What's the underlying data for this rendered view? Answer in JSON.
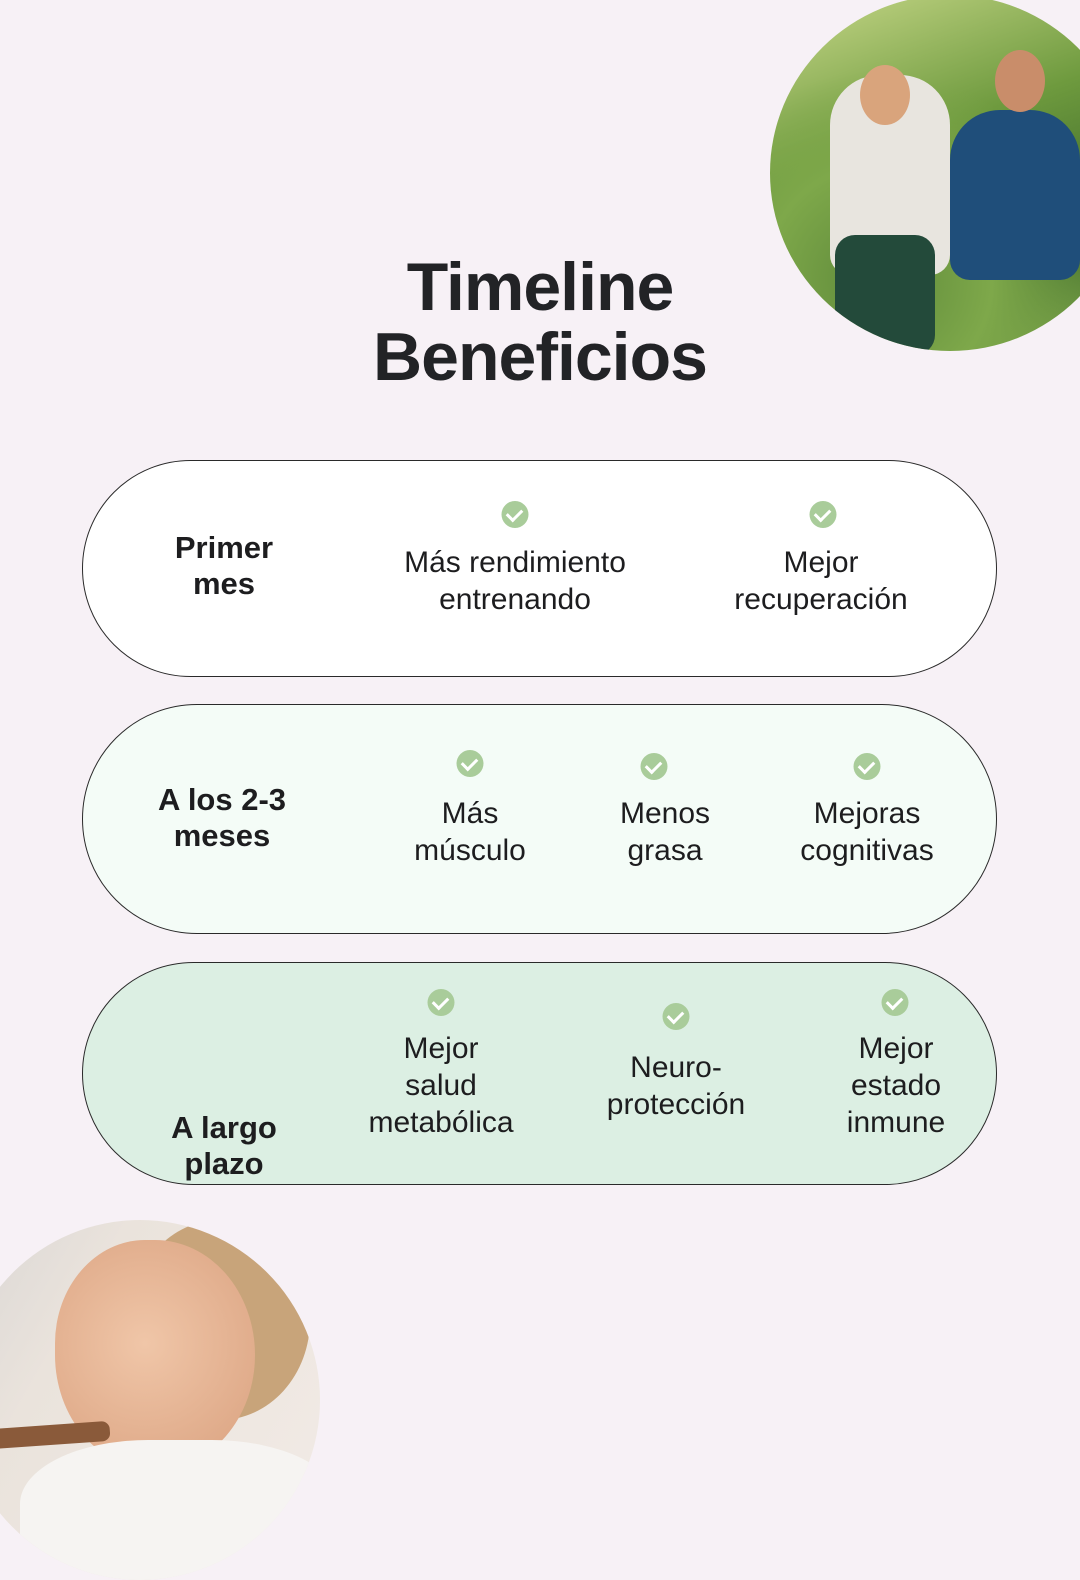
{
  "title": [
    "Timeline",
    "Beneficios"
  ],
  "colors": {
    "background": "#f7f1f6",
    "check": "#a9cc9a",
    "card1": "#ffffff",
    "card2": "#f4fcf7",
    "card3": "#dcefe3"
  },
  "rows": [
    {
      "label": [
        "Primer",
        "mes"
      ],
      "items": [
        [
          "Más rendimiento",
          "entrenando"
        ],
        [
          "Mejor",
          "recuperación"
        ]
      ]
    },
    {
      "label": [
        "A los 2-3",
        "meses"
      ],
      "items": [
        [
          "Más",
          "músculo"
        ],
        [
          "Menos",
          "grasa"
        ],
        [
          "Mejoras",
          "cognitivas"
        ]
      ]
    },
    {
      "label": [
        "A largo",
        "plazo"
      ],
      "items": [
        [
          "Mejor",
          "salud",
          "metabólica"
        ],
        [
          "Neuro-",
          "protección"
        ],
        [
          "Mejor",
          "estado",
          "inmune"
        ]
      ]
    }
  ]
}
